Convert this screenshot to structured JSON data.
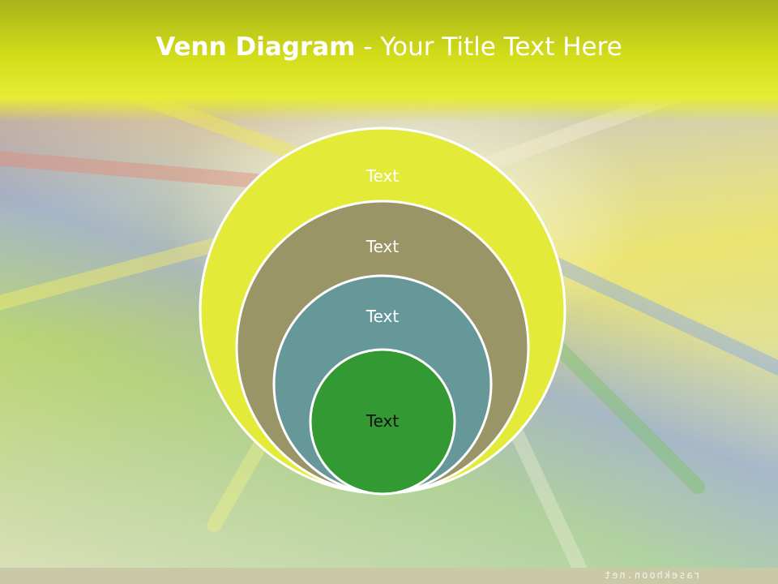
{
  "slide": {
    "title_bold": "Venn Diagram",
    "title_rest": " - Your Title Text Here",
    "watermark": "rasekhoon.net"
  },
  "diagram": {
    "type": "nested-circles",
    "circles": [
      {
        "label": "Text",
        "fill": "#e4ea38",
        "text_color": "#ffffff"
      },
      {
        "label": "Text",
        "fill": "#999566",
        "text_color": "#ffffff"
      },
      {
        "label": "Text",
        "fill": "#66989a",
        "text_color": "#ffffff"
      },
      {
        "label": "Text",
        "fill": "#339933",
        "text_color": "#111111"
      }
    ],
    "stroke": "#ffffff"
  },
  "colors": {
    "header": "#d2dc19",
    "footer": "#c9c9a8"
  }
}
